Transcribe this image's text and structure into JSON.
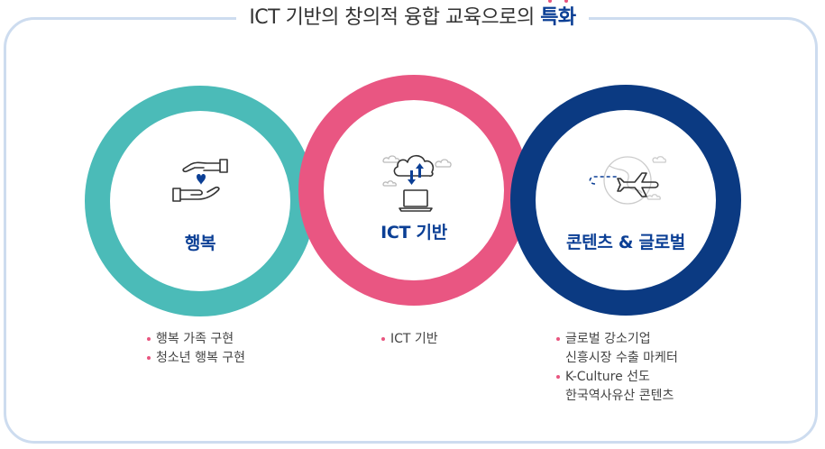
{
  "title": {
    "prefix": "ICT 기반의 창의적 융합 교육으로의 ",
    "highlight": "특화"
  },
  "circles": [
    {
      "label": "행복",
      "color": "#4bbbb8",
      "icon": "hands-heart-icon"
    },
    {
      "label": "ICT 기반",
      "color": "#e95682",
      "icon": "cloud-laptop-icon"
    },
    {
      "label": "콘텐츠 & 글로벌",
      "color": "#0b3a82",
      "icon": "globe-airplane-icon"
    }
  ],
  "lists": {
    "happiness": [
      "행복 가족 구현",
      "청소년 행복 구현"
    ],
    "ict": [
      "ICT 기반"
    ],
    "global": [
      {
        "bullet": "글로벌 강소기업",
        "sub": "신흥시장 수출 마케터"
      },
      {
        "bullet": "K-Culture 선도",
        "sub": "한국역사유산 콘텐츠"
      }
    ]
  },
  "colors": {
    "accent": "#0b3f95",
    "bullet": "#e8557f",
    "frame": "#cddcef"
  }
}
